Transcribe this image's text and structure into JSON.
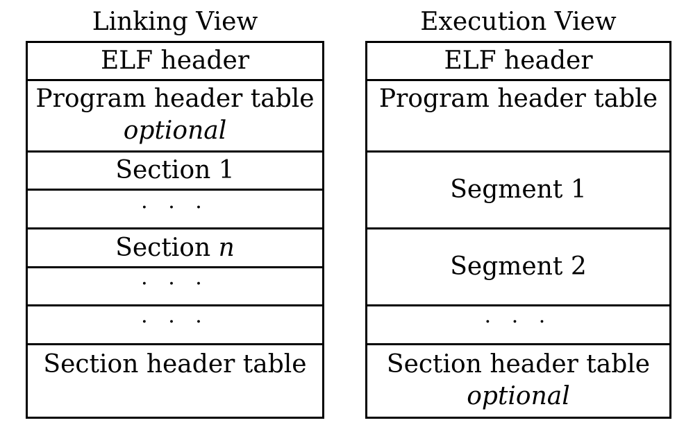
{
  "linking_view": {
    "title": "Linking View",
    "rows": {
      "elf_header": "ELF header",
      "program_header_table": "Program header table",
      "program_header_optional": "optional",
      "section_1": "Section 1",
      "dots_1": "· · ·",
      "section_n_prefix": "Section ",
      "section_n_var": "n",
      "dots_2": "· · ·",
      "dots_3": "· · ·",
      "section_header_table": "Section header table"
    }
  },
  "execution_view": {
    "title": "Execution View",
    "rows": {
      "elf_header": "ELF header",
      "program_header_table": "Program header table",
      "segment_1": "Segment 1",
      "segment_2": "Segment 2",
      "dots_1": "· · ·",
      "section_header_table": "Section header table",
      "section_header_optional": "optional"
    }
  }
}
